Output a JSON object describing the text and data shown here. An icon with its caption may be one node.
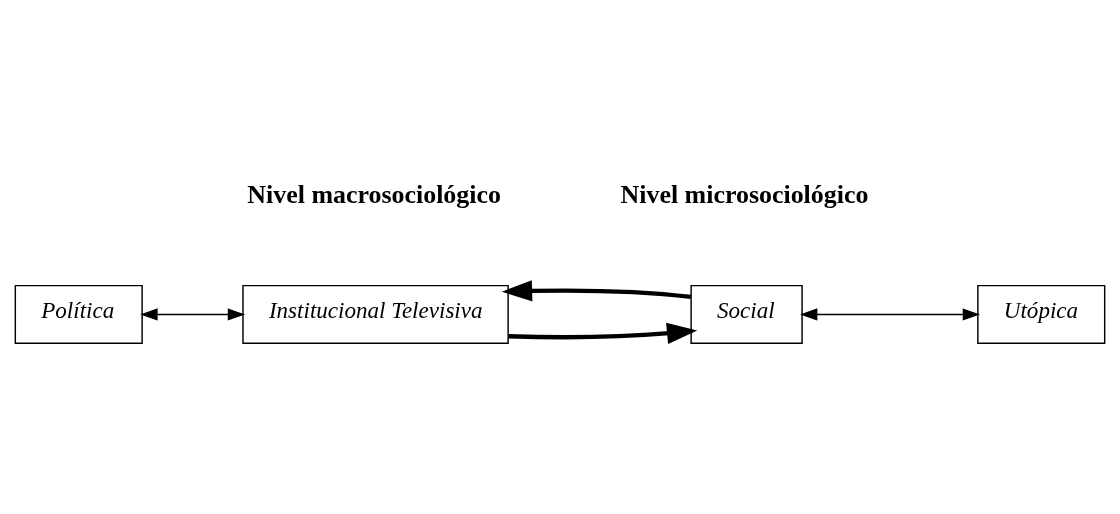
{
  "diagram": {
    "nodes": [
      {
        "text": [
          "Política"
        ]
      },
      {
        "text": [
          "Institucional Televisiva"
        ]
      },
      {
        "text": [
          "Social"
        ]
      },
      {
        "text": [
          "Utópica"
        ]
      }
    ],
    "edges": [
      {
        "from": 0,
        "to": 1,
        "arrow": "both"
      },
      {
        "from": 1,
        "to": 2,
        "arrow": "to",
        "style": "thick"
      },
      {
        "from": 2,
        "to": 1,
        "arrow": "to",
        "style": "thick"
      },
      {
        "from": 2,
        "to": 3,
        "arrow": "both"
      }
    ],
    "labels": [
      "Nivel macrosociológico",
      "Nivel microsociológico"
    ]
  }
}
